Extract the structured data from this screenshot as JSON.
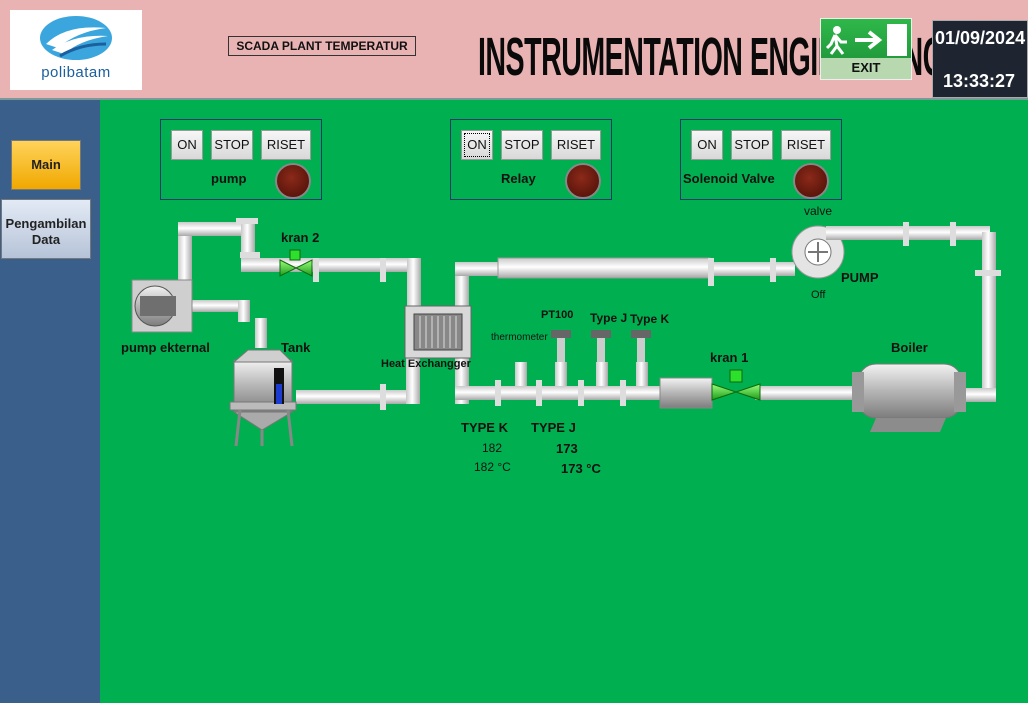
{
  "header": {
    "logo_text": "polibatam",
    "plant_title": "SCADA PLANT TEMPERATUR",
    "main_title": "INSTRUMENTATION ENGINEERING",
    "exit_label": "EXIT",
    "date": "01/09/2024",
    "time": "13:33:27"
  },
  "sidebar": {
    "main_label": "Main",
    "data_label": "Pengambilan Data"
  },
  "panels": {
    "pump": {
      "on": "ON",
      "stop": "STOP",
      "reset": "RISET",
      "label": "pump"
    },
    "relay": {
      "on": "ON",
      "stop": "STOP",
      "reset": "RISET",
      "label": "Relay"
    },
    "valve": {
      "on": "ON",
      "stop": "STOP",
      "reset": "RISET",
      "label": "Solenoid Valve"
    }
  },
  "plant": {
    "kran2": "kran 2",
    "kran1": "kran 1",
    "pump_external": "pump ekternal",
    "tank": "Tank",
    "heat_exchanger": "Heat Exchangger",
    "thermometer": "thermometer",
    "pt100": "PT100",
    "type_j_sensor": "Type J",
    "type_k_sensor": "Type K",
    "valve": "valve",
    "pump": "PUMP",
    "pump_state": "Off",
    "boiler": "Boiler"
  },
  "readings": {
    "type_k_label": "TYPE K",
    "type_k_raw": "182",
    "type_k_value": "182 °C",
    "type_j_label": "TYPE J",
    "type_j_raw": "173",
    "type_j_value": "173 °C"
  },
  "colors": {
    "background": "#00b050",
    "header": "#e9b3b3",
    "sidebar": "#3a5f8a",
    "main_button": "#f0a800",
    "lamp_off": "#6b1a0d"
  }
}
